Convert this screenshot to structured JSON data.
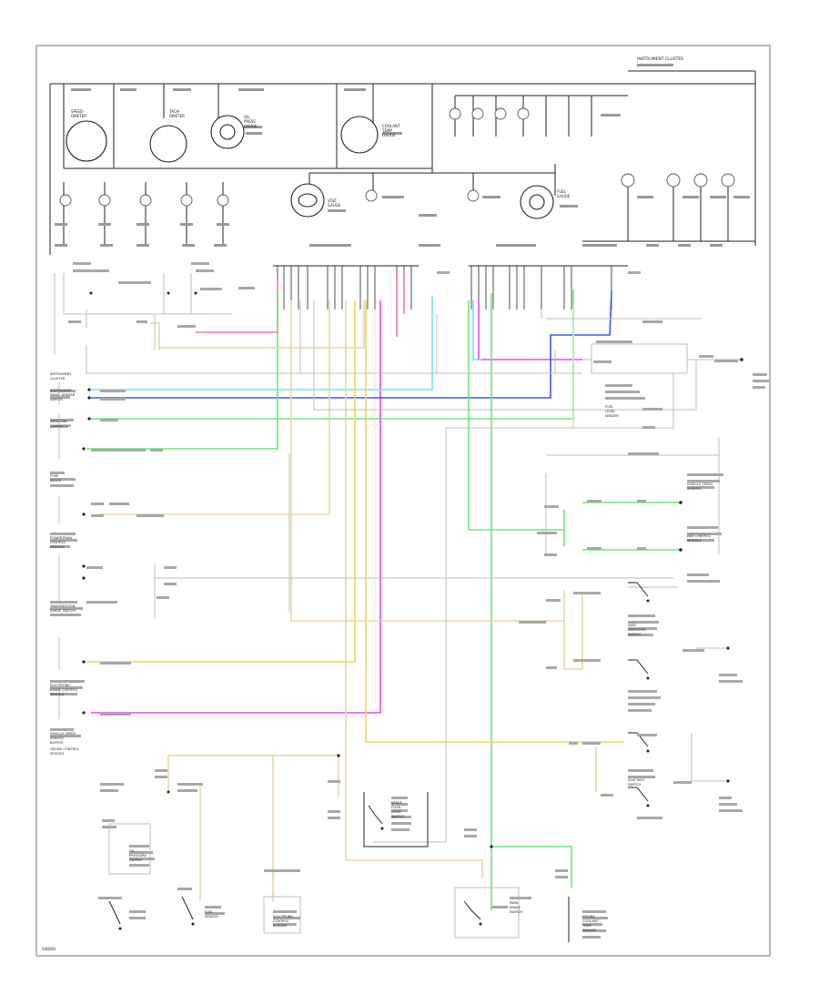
{
  "colors": {
    "background": "#ffffff",
    "frame": "#9a9a9a",
    "wire_black": "#222222",
    "wire_gray": "#bdbdbd",
    "wire_yellow": "#f2d54c",
    "wire_tan": "#e8d7a4",
    "wire_pink": "#ff6fa5",
    "wire_magenta": "#e646ff",
    "wire_cyan": "#6fe8ee",
    "wire_blue": "#3a57ff",
    "wire_green": "#6ee67a",
    "wire_lightgreen": "#b8f2a6"
  },
  "diagram": {
    "footer_code": "G0000",
    "instrument_cluster_label": "INSTRUMENT CLUSTER",
    "cluster_gauges": [
      {
        "id": "speedometer",
        "label": "SPEED-\nOMETER"
      },
      {
        "id": "tachometer",
        "label": "TACH-\nOMETER"
      },
      {
        "id": "oil-pressure",
        "label": "OIL\nPRESS\nGAUGE"
      },
      {
        "id": "coolant-temp",
        "label": "COOLANT\nTEMP\nGAUGE"
      },
      {
        "id": "fuel-gauge",
        "label": "FUEL\nGAUGE"
      },
      {
        "id": "volt-gauge",
        "label": "VOLT\nGAUGE"
      }
    ],
    "left_module_labels": [
      "INSTRUMENT\nCLUSTER",
      "INSTRUMENT\nPANEL DIMMER\nSWITCH",
      "DATA LINK\nCONNECTOR",
      "FUSE\nBLOCK",
      "POWERTRAIN\nCONTROL\nMODULE",
      "TRANSMISSION\nRANGE SWITCH",
      "ELECTRONIC\nBRAKE CONTROL\nMODULE",
      "VEHICLE SPEED\nSENSOR\nBUFFER",
      "CRUISE CONTROL\nMODULE"
    ],
    "bottom_components": [
      "OIL\nPRESSURE\nSWITCH",
      "FUEL\nSENSOR",
      "ELECTRONIC\nCONTROL\nMODULE",
      "BRAKE\nFLUID\nLEVEL\nSWITCH",
      "PARK\nBRAKE\nSWITCH",
      "ENGINE\nCOOLANT\nTEMP\nSENSOR"
    ],
    "right_components": [
      "FUEL\nLEVEL\nSENDER",
      "VEHICLE SPEED\nSENSOR",
      "ABS CONTROL\nMODULE",
      "4WD\nINDICATOR\nSWITCH",
      "SEAT BELT\nSWITCH"
    ]
  }
}
